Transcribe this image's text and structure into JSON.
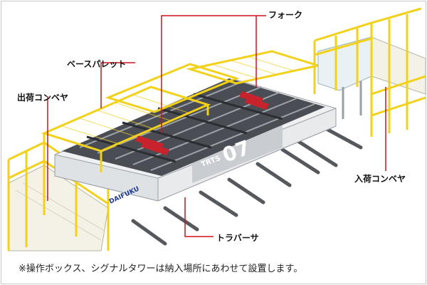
{
  "labels": {
    "fork": "フォーク",
    "base_pallet": "ベースパレット",
    "outbound_conveyor": "出荷コンベヤ",
    "inbound_conveyor": "入荷コンベヤ",
    "traverser": "トラバーサ"
  },
  "machine": {
    "model_prefix": "TRTS",
    "model_number": "07",
    "brand": "DAIFUKU"
  },
  "footnote": "※操作ボックス、シグナルタワーは納入場所にあわせて設置します。",
  "colors": {
    "guard_yellow": "#f2d11a",
    "body_white": "#eef0f2",
    "frame_dark": "#3b3f44",
    "fork_red": "#c8232c",
    "leader": "#d0101a",
    "floor_rail": "#55585c"
  }
}
